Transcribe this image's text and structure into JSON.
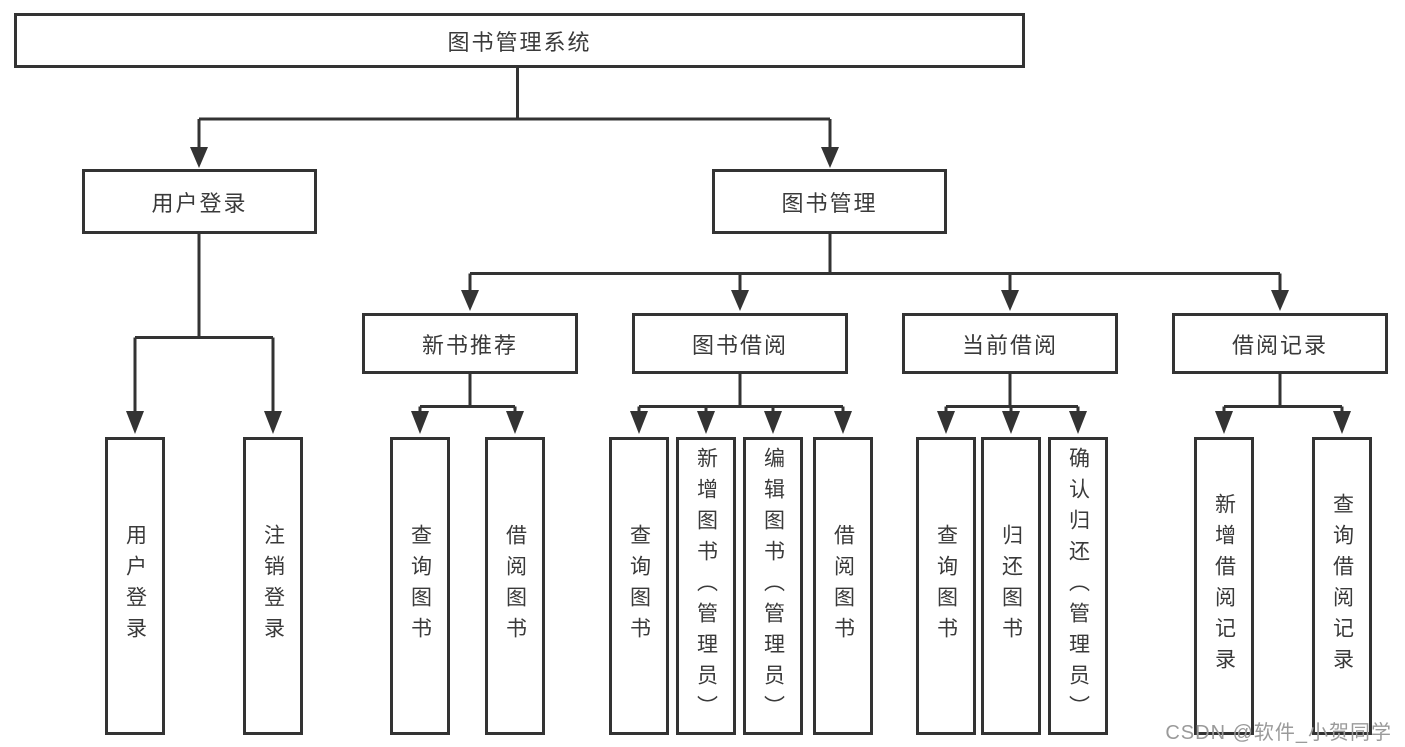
{
  "diagram": {
    "root": {
      "label": "图书管理系统"
    },
    "level2": {
      "user_login": {
        "label": "用户登录"
      },
      "book_management": {
        "label": "图书管理"
      }
    },
    "level3": {
      "new_books": {
        "label": "新书推荐"
      },
      "book_borrowing": {
        "label": "图书借阅"
      },
      "current_borrowing": {
        "label": "当前借阅"
      },
      "borrowing_records": {
        "label": "借阅记录"
      }
    },
    "leaves": {
      "user_login": [
        "用户登录",
        "注销登录"
      ],
      "new_books": [
        "查询图书",
        "借阅图书"
      ],
      "book_borrowing": [
        "查询图书",
        "新增图书（管理员）",
        "编辑图书（管理员）",
        "借阅图书"
      ],
      "current_borrowing": [
        "查询图书",
        "归还图书",
        "确认归还（管理员）"
      ],
      "borrowing_records": [
        "新增借阅记录",
        "查询借阅记录"
      ]
    }
  },
  "watermark": {
    "text": "CSDN @软件_小贺同学",
    "color": "#9a9a9a"
  },
  "colors": {
    "line": "#333333",
    "node_border": "#333333",
    "text": "#3a3a3a",
    "background": "#ffffff"
  }
}
